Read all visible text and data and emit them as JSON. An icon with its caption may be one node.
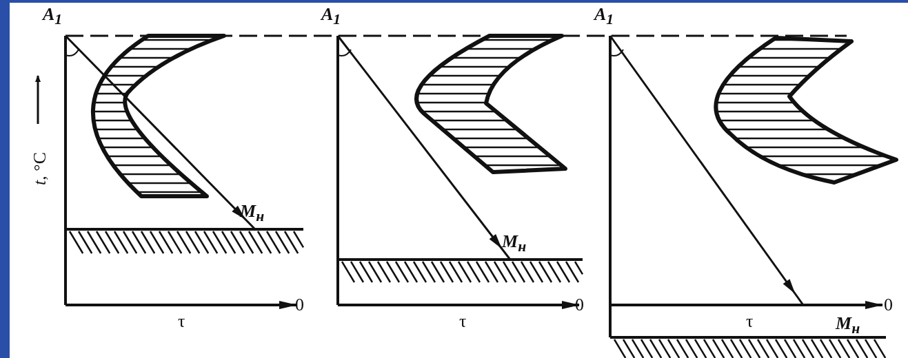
{
  "diagram": {
    "labels": [
      "A$_{1}$",
      "A$_{1}$",
      "A$_{1}$",
      "*t*, °C",
      "M$_{н}$",
      "M$_{н}$",
      "0",
      "0",
      "0",
      "τ",
      "τ",
      "τ",
      "M$_{н}$"
    ]
  }
}
